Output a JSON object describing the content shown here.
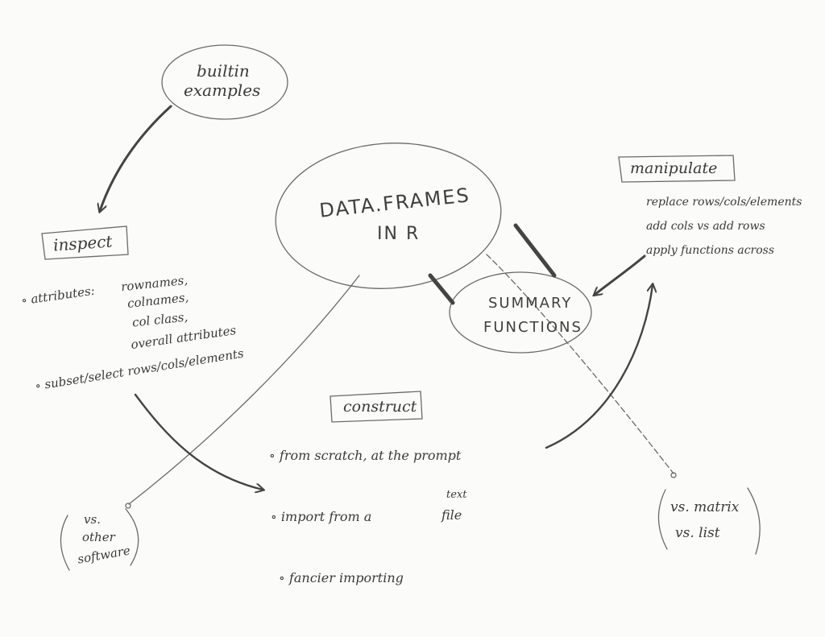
{
  "builtin": {
    "line1": "builtin",
    "line2": "examples"
  },
  "center": {
    "line1": "DATA.FRAMES",
    "line2": "IN R"
  },
  "summary": {
    "line1": "SUMMARY",
    "line2": "FUNCTIONS"
  },
  "inspect": {
    "title": "inspect",
    "attributes_label": "∘ attributes:",
    "attributes": [
      "rownames,",
      "colnames,",
      "col class,",
      "overall attributes"
    ],
    "subset": "∘ subset/select rows/cols/elements"
  },
  "manipulate": {
    "title": "manipulate",
    "items": [
      "replace rows/cols/elements",
      "add cols vs add rows",
      "apply functions across"
    ]
  },
  "construct": {
    "title": "construct",
    "items": [
      "∘ from scratch, at the prompt",
      "∘ import from a",
      "file",
      "text",
      "∘ fancier importing"
    ]
  },
  "vs_other": {
    "line1": "vs.",
    "line2": "other",
    "line3": "software"
  },
  "vs_matrix": {
    "line1": "vs. matrix",
    "line2": "vs. list"
  }
}
